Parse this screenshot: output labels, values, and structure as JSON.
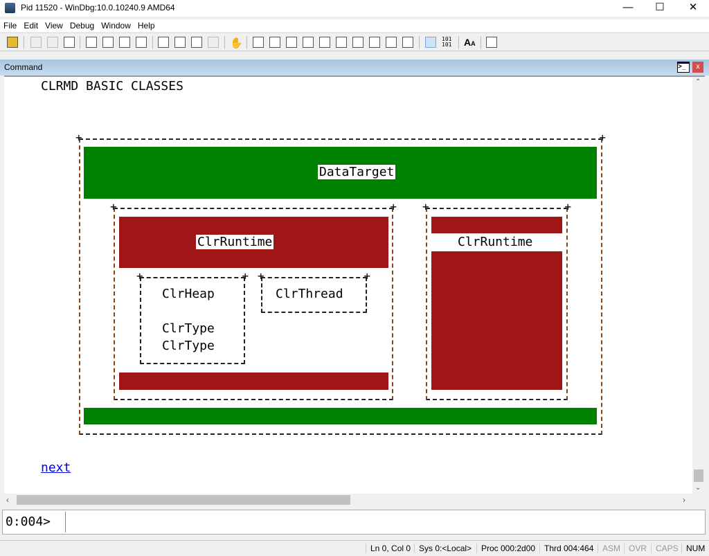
{
  "window": {
    "title": "Pid 11520 - WinDbg:10.0.10240.9 AMD64"
  },
  "menu": [
    "File",
    "Edit",
    "View",
    "Debug",
    "Window",
    "Help"
  ],
  "pane": {
    "title": "Command"
  },
  "doc": {
    "heading": "CLRMD BASIC CLASSES",
    "data_target": "DataTarget",
    "runtime_left": "ClrRuntime",
    "runtime_right": "ClrRuntime",
    "heap": "ClrHeap",
    "type1": "ClrType",
    "type2": "ClrType",
    "thread": "ClrThread",
    "next_link": "next"
  },
  "prompt": "0:004>",
  "input": {
    "value": ""
  },
  "status": {
    "ln": "Ln 0, Col 0",
    "sys": "Sys 0:<Local>",
    "proc": "Proc 000:2d00",
    "thrd": "Thrd 004:464",
    "asm": "ASM",
    "ovr": "OVR",
    "caps": "CAPS",
    "num": "NUM"
  },
  "colors": {
    "green": "#008000",
    "red": "#a01515",
    "link": "#0000ee"
  }
}
